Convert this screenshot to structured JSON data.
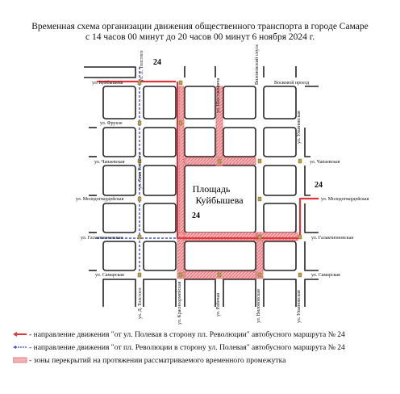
{
  "title": {
    "line1": "Временная схема организации движения общественного транспорта в городе Самаре",
    "line2": "с 14 часов 00 минут до 20 часов 00 минут 6 ноября 2024 г."
  },
  "map": {
    "square_label_line1": "Площадь",
    "square_label_line2": "Куйбышева",
    "route_badges": [
      "24",
      "24",
      "24"
    ],
    "streets": {
      "kuibysheva": "ул. Куйбышева",
      "frunze": "ул. Фрунзе",
      "chapaevskaya_left": "ул. Чапаевская",
      "molodogvardeyskaya_left": "ул. Молодогвардейская",
      "galaktionovskaya_left": "ул. Галактионовская",
      "samarskaya_left": "ул. Самарская",
      "vilonovskiy": "Вилоновский спуск",
      "voskovy": "Восковой проезд",
      "ulyanovskaya_top": "ул. Ульяновская",
      "chapaevskaya_right": "ул. Чапаевская",
      "molodogvardeyskaya_right": "ул. Молодогвардейская",
      "galaktionovskaya_right": "ул. Галактионовская",
      "samarskaya_right": "ул. Самарская",
      "l_tolstogo_top": "ул. Л. Толстого",
      "shostakovicha": "ул. Шостаковича",
      "lva_tolstogo": "ул. Льва Толстого",
      "d_tolstogo_bottom": "ул. Д. Толстого",
      "krasnoarmeyskaya": "ул. Красноармейская",
      "ryabinovaya": "ул. Рабочая",
      "vilonovskaya_bottom": "ул. Вилоновская",
      "ulyanovskaya_bottom": "ул. Ульяновская"
    }
  },
  "legend": [
    {
      "text": "- направление движения \"от ул. Полевая в сторону пл. Революции\" автобусного маршрута № 24",
      "color": "#e0353b"
    },
    {
      "text": "- направление движения \"от пл. Революции в сторону ул. Полевая\" автобусного маршрута № 24",
      "color": "#3b4fd0"
    },
    {
      "text": "- зоны перекрытий на протяжении рассматриваемого временного промежутка",
      "color": "#e06a70"
    }
  ],
  "colors": {
    "route_red": "#e0353b",
    "route_blue": "#3b4fd0",
    "closure_fill": "#f2b3b6",
    "block_stroke": "#222222"
  }
}
